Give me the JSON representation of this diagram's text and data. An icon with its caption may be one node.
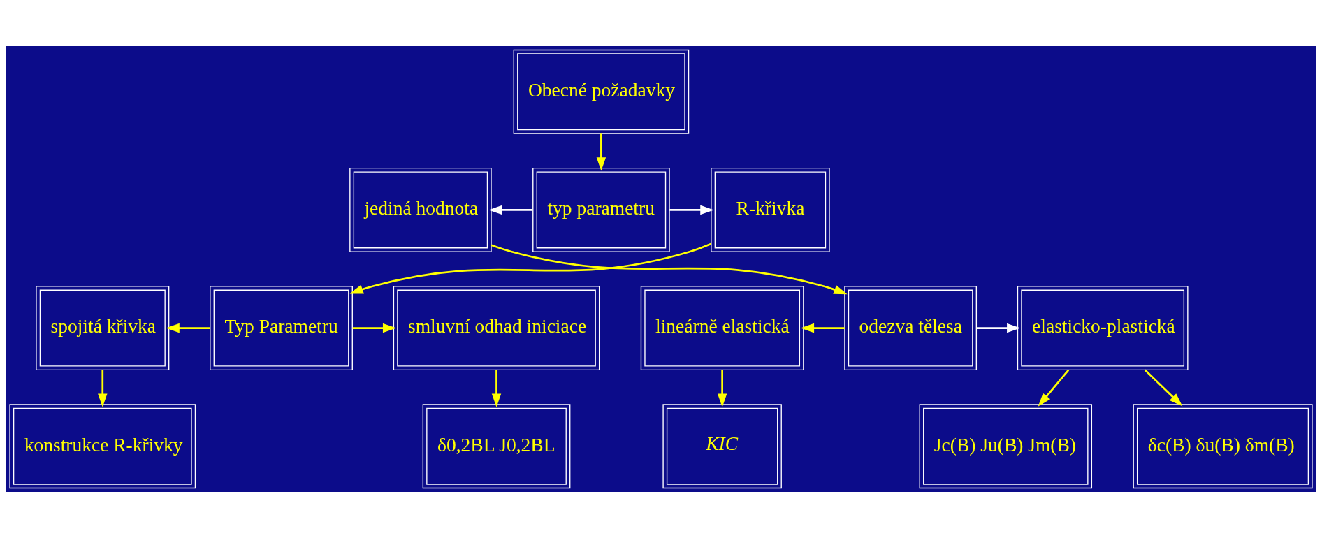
{
  "diagram": {
    "nodes": [
      {
        "text": [
          "Obecné požadavky"
        ]
      },
      {
        "text": [
          "typ parametru"
        ]
      },
      {
        "text": [
          "jediná hodnota"
        ]
      },
      {
        "text": [
          "R-křivka"
        ]
      },
      {
        "text": [
          "lineárně elastická"
        ]
      },
      {
        "text": [
          "odezva tělesa"
        ]
      },
      {
        "text": [
          "elasticko-plastická"
        ]
      },
      {
        "text": [
          "spojitá křivka"
        ]
      },
      {
        "text": [
          "Typ Parametru"
        ]
      },
      {
        "text": [
          "smluvní odhad iniciace"
        ]
      },
      {
        "text": [
          "KIC"
        ]
      },
      {
        "text": [
          "δc(B) δu(B) δm(B)"
        ]
      },
      {
        "text": [
          "Jc(B) Ju(B) Jm(B)"
        ]
      },
      {
        "text": [
          "konstrukce R-křivky"
        ]
      },
      {
        "text": [
          "δ0,2BL J0,2BL"
        ]
      }
    ],
    "edges": [
      {
        "from": 0,
        "to": 1,
        "arrow": "to"
      },
      {
        "from": 1,
        "to": 2,
        "arrow": "to",
        "color": "#ffffff"
      },
      {
        "from": 1,
        "to": 3,
        "arrow": "to",
        "color": "#ffffff"
      },
      {
        "from": 2,
        "to": 5,
        "arrow": "to"
      },
      {
        "from": 5,
        "to": 4,
        "arrow": "to"
      },
      {
        "from": 5,
        "to": 6,
        "arrow": "to",
        "color": "#ffffff"
      },
      {
        "from": 4,
        "to": 10,
        "arrow": "to"
      },
      {
        "from": 6,
        "to": 11,
        "arrow": "to"
      },
      {
        "from": 6,
        "to": 12,
        "arrow": "to"
      },
      {
        "from": 3,
        "to": 8,
        "arrow": "to"
      },
      {
        "from": 8,
        "to": 7,
        "arrow": "to"
      },
      {
        "from": 8,
        "to": 9,
        "arrow": "to"
      },
      {
        "from": 7,
        "to": 13,
        "arrow": "to"
      },
      {
        "from": 9,
        "to": 14,
        "arrow": "to"
      }
    ]
  }
}
